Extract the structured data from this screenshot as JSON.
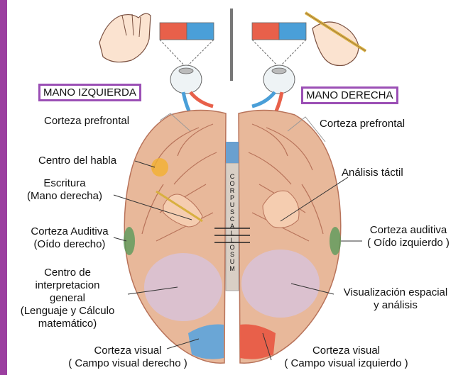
{
  "colors": {
    "frame": "#9b3fa0",
    "box_border": "#9b4fb5",
    "red": "#e8604a",
    "blue": "#4a9fd8",
    "brain": "#e8b89a",
    "brain_dark": "#b8735a"
  },
  "hands": {
    "left": "MANO IZQUIERDA",
    "right": "MANO DERECHA"
  },
  "left_labels": {
    "prefrontal": "Corteza prefrontal",
    "speech": "Centro del habla",
    "writing_1": "Escritura",
    "writing_2": "(Mano derecha)",
    "auditory_1": "Corteza Auditiva",
    "auditory_2": "(Oído derecho)",
    "interp_1": "Centro de",
    "interp_2": "interpretacion",
    "interp_3": "general",
    "interp_4": "(Lenguaje y Cálculo",
    "interp_5": "matemático)",
    "visual_1": "Corteza visual",
    "visual_2": "( Campo visual derecho )"
  },
  "right_labels": {
    "prefrontal": "Corteza prefrontal",
    "tactile": "Análisis táctil",
    "auditory_1": "Corteza auditiva",
    "auditory_2": "( Oído izquierdo )",
    "spatial_1": "Visualización espacial",
    "spatial_2": "y  análisis",
    "visual_1": "Corteza visual",
    "visual_2": "( Campo visual izquierdo )"
  },
  "corpus_callosum": "CORPUS CALLOSUM"
}
